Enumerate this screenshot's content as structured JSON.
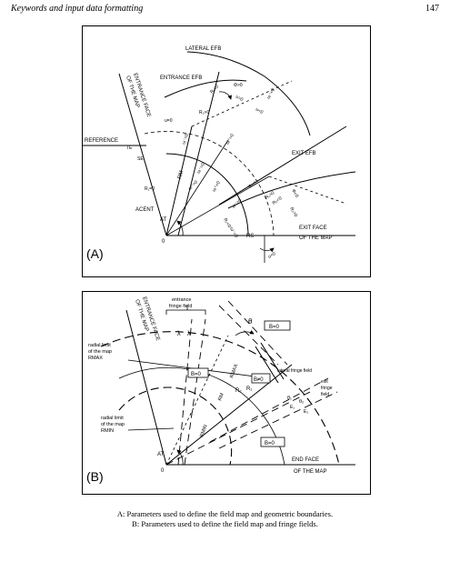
{
  "header": {
    "title": "Keywords and input data formatting",
    "page_number": "147"
  },
  "figA": {
    "label": "(A)",
    "lateral_efb": "LATERAL EFB",
    "entrance_efb": "ENTRANCE EFB",
    "exit_efb": "EXIT EFB",
    "entrance_face": "ENTRANCE FACE",
    "of_the_map": "OF THE MAP",
    "exit_face": "EXIT FACE",
    "exit_of_the_map": "OF THE MAP",
    "reference": "REFERENCE",
    "origin": "0",
    "rm": "RM",
    "rs": "RS",
    "acent": "ACENT",
    "at": "AT",
    "small": {
      "r1_a": "R₁<0",
      "r2_a": "R₂>0",
      "r1_b": "R₁>0",
      "r2_b": "R₂<0",
      "r2_c": "R₂<0",
      "r1_c": "R₁=0",
      "r1_d": "R₁=0",
      "r1_e": "R₁>0",
      "r2_d": "R₂>0",
      "phi_pos": "Φ>0",
      "phi_neg": "Φ<0",
      "phi_zero": "Φ=0",
      "u_pos": "u>0",
      "u_neg": "u<0",
      "om_neg": "ω⁻<0",
      "om_pos": "ω⁺>0",
      "om_pos2": "ω⁺>0",
      "om_neg2": "ω⁻>0",
      "ang1": "ω⁻=0",
      "ang2": "ω⁺<0",
      "ang3": "ω⁻<0",
      "ang4": "ω⁺=0",
      "ang5": "ω⁻>0",
      "ang6": "u=0",
      "te": "TE",
      "ts": "TS",
      "se": "SE",
      "ss": "SS",
      "u2": "u<0"
    }
  },
  "figB": {
    "label": "(B)",
    "entrance_face": "ENTRANCE FACE",
    "of_the_map": "OF THE MAP",
    "entrance_fringe": "entrance",
    "fringe_field": "fringe field",
    "lambda": "λ",
    "lambda2": "λ",
    "radial_max_1": "radial limit",
    "radial_max_2": "of the map",
    "radial_max_3": "RMAX",
    "radial_min_1": "radial limit",
    "radial_min_2": "of the map",
    "radial_min_3": "RMIN",
    "b0_1": "B=0",
    "b0_2": "B=0",
    "b0_3": "B=0",
    "b_ne0": "B≠0",
    "rmax": "RMAX",
    "rm": "RM",
    "r1": "R₁",
    "r2": "R₂",
    "rmin": "RMIN",
    "theta": "θ",
    "at": "AT",
    "origin": "0",
    "lateral_fringe": "lateral fringe field",
    "exit_fringe_1": "exit",
    "exit_fringe_2": "fringe",
    "exit_fringe_3": "field",
    "end_face": "END FACE",
    "end_face_of_map": "OF THE MAP",
    "g1": "θ₁",
    "g2": "θ₂",
    "e1": "E₁",
    "e2": "E₂"
  },
  "caption": {
    "line1": "A: Parameters used to define the field map and geometric boundaries.",
    "line2": "B: Parameters used to define the field map and fringe fields."
  }
}
